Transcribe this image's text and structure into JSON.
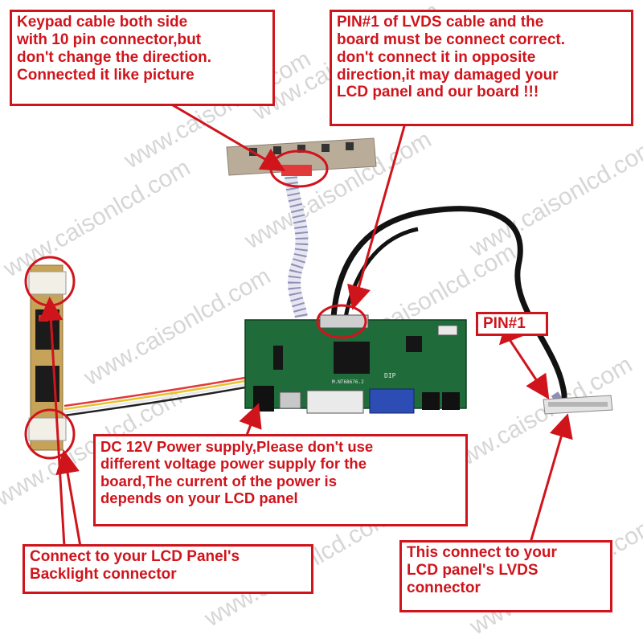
{
  "watermark": "www.caisonlcd.com",
  "callouts": {
    "keypad": [
      "Keypad cable both side",
      "with 10 pin connector,but",
      "don't change the direction.",
      "Connected it like picture"
    ],
    "lvds_pin": [
      "PIN#1 of LVDS cable and the",
      "board must be connect correct.",
      "don't connect it in opposite",
      "direction,it may damaged your",
      "LCD panel and our board !!!"
    ],
    "pin1": "PIN#1",
    "power": [
      "DC 12V Power supply,Please don't use",
      "different voltage power supply for the",
      "board,The current of the power is",
      "depends on your LCD panel"
    ],
    "backlight": [
      "Connect to your LCD Panel's",
      "Backlight connector"
    ],
    "lvds_connector": [
      "This connect to your",
      "LCD panel's LVDS",
      "connector"
    ]
  },
  "board_labels": {
    "model": "M.NT68676.2",
    "dip": "DIP"
  },
  "colors": {
    "callout_red": "#d0141c",
    "pcb_green": "#1f6b3a",
    "watermark_gray": "#d6d6d6"
  }
}
